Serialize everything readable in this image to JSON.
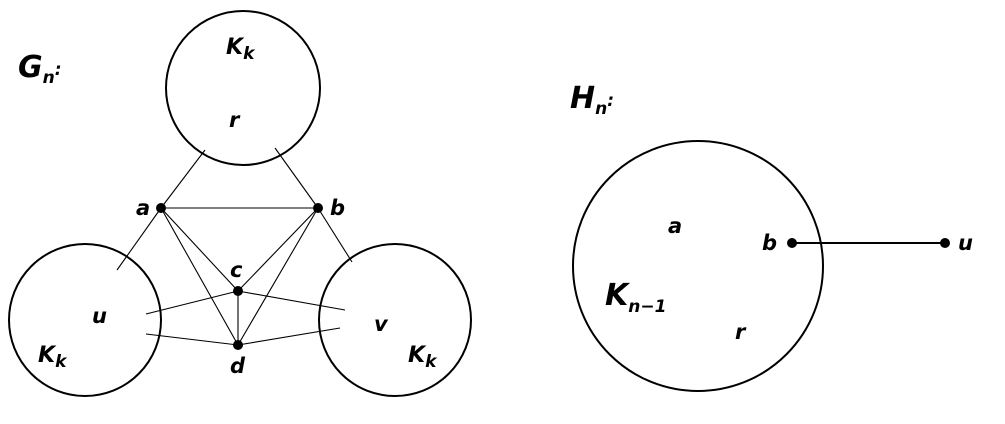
{
  "colors": {
    "ink": "#000000",
    "background": "#ffffff"
  },
  "graph_g": {
    "title": "G",
    "title_sub": "n",
    "title_suffix": ":",
    "clique_label": "K",
    "clique_sub": "k",
    "vertex_labels": {
      "r": "r",
      "a": "a",
      "b": "b",
      "c": "c",
      "d": "d",
      "u": "u",
      "v": "v"
    }
  },
  "graph_h": {
    "title": "H",
    "title_sub": "n",
    "title_suffix": ":",
    "clique_label": "K",
    "clique_sub": "n−1",
    "vertex_labels": {
      "a": "a",
      "b": "b",
      "r": "r",
      "u": "u"
    }
  }
}
